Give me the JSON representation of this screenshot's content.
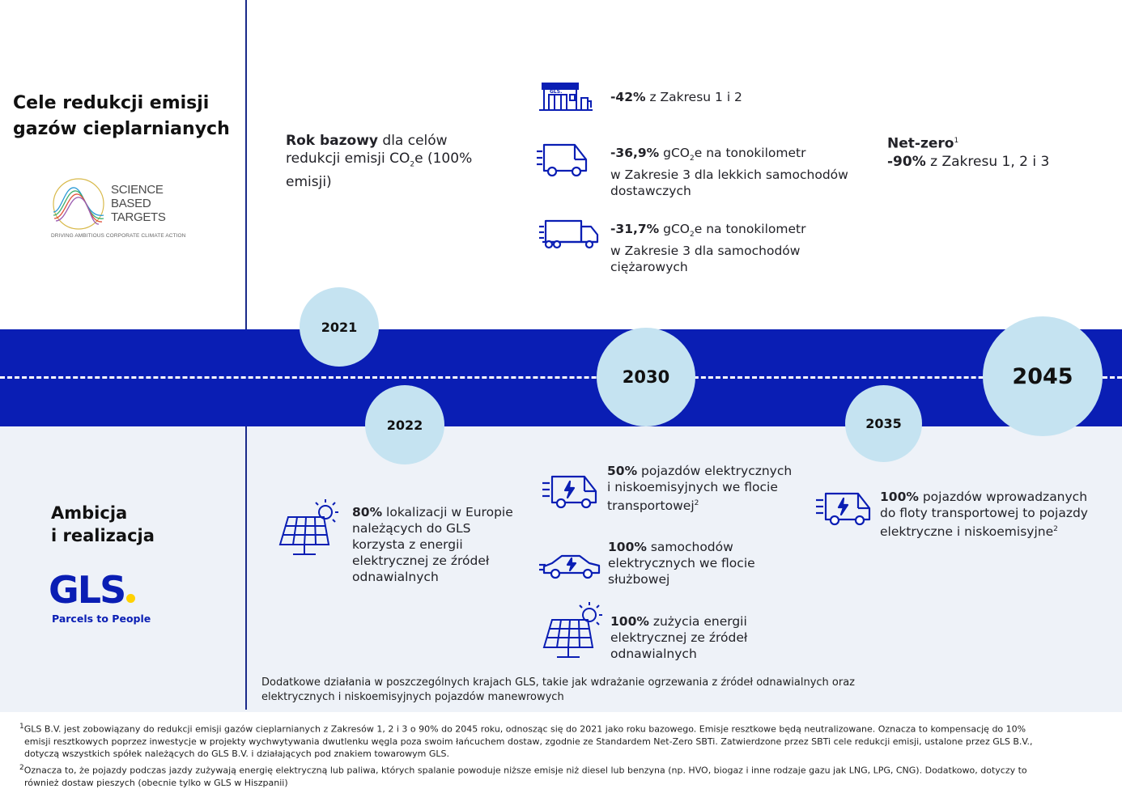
{
  "header": {
    "title_line1": "Cele redukcji emisji",
    "title_line2": "gazów cieplarnianych"
  },
  "sbt_logo": {
    "line1": "SCIENCE",
    "line2": "BASED",
    "line3": "TARGETS",
    "tagline": "DRIVING AMBITIOUS CORPORATE CLIMATE ACTION"
  },
  "base_year": {
    "bold": "Rok bazowy",
    "text1": " dla celów",
    "text2": "redukcji emisji CO",
    "sub": "2",
    "text3": "e (100%",
    "text4": "emisji)"
  },
  "targets_2030": [
    {
      "icon": "gls-depot-icon",
      "bold": "-42%",
      "text": " z Zakresu 1 i 2"
    },
    {
      "icon": "delivery-van-icon",
      "bold": "-36,9%",
      "text_a": " gCO",
      "sub": "2",
      "text_b": "e na tonokilometr",
      "line2": "w Zakresie 3 dla lekkich samochodów",
      "line3": "dostawczych"
    },
    {
      "icon": "truck-icon",
      "bold": "-31,7%",
      "text_a": " gCO",
      "sub": "2",
      "text_b": "e na tonokilometr",
      "line2": "w Zakresie 3 dla samochodów",
      "line3": "ciężarowych"
    }
  ],
  "net_zero": {
    "label": "Net-zero",
    "sup": "1",
    "bold": "-90%",
    "text": " z Zakresu 1, 2 i 3"
  },
  "years": {
    "y2021": "2021",
    "y2022": "2022",
    "y2030": "2030",
    "y2035": "2035",
    "y2045": "2045"
  },
  "ambition": {
    "title_line1": "Ambicja",
    "title_line2": "i realizacja"
  },
  "gls_logo": {
    "text": "GLS",
    "slogan": "Parcels to People"
  },
  "actions_2022": {
    "icon": "solar-panel-icon",
    "bold": "80%",
    "text1": " lokalizacji w Europie",
    "line2": "należących do GLS",
    "line3": "korzysta z energii",
    "line4": "elektrycznej ze źródeł",
    "line5": "odnawialnych"
  },
  "actions_2030": [
    {
      "icon": "electric-van-icon",
      "bold": "50%",
      "text1": " pojazdów elektrycznych",
      "line2": "i niskoemisyjnych we flocie",
      "line3": "transportowej",
      "sup": "2"
    },
    {
      "icon": "electric-car-icon",
      "bold": "100%",
      "text1": " samochodów",
      "line2": "elektrycznych we flocie",
      "line3": "służbowej"
    },
    {
      "icon": "solar-panel-icon",
      "bold": "100%",
      "text1": " zużycia energii",
      "line2": "elektrycznej ze źródeł",
      "line3": "odnawialnych"
    }
  ],
  "actions_2035": {
    "icon": "electric-van-icon",
    "bold": "100%",
    "text1": " pojazdów wprowadzanych",
    "line2": "do floty transportowej to pojazdy",
    "line3": "elektryczne i niskoemisyjne",
    "sup": "2"
  },
  "additional_note": {
    "line1": "Dodatkowe działania w poszczególnych krajach GLS, takie jak wdrażanie ogrzewania z źródeł odnawialnych oraz",
    "line2": "elektrycznych i niskoemisyjnych pojazdów manewrowych"
  },
  "footnotes": [
    {
      "sup": "1",
      "line1": "GLS B.V. jest zobowiązany do redukcji emisji gazów cieplarnianych z Zakresów 1, 2 i 3 o 90% do 2045 roku, odnosząc się do 2021 jako roku bazowego. Emisje resztkowe będą neutralizowane. Oznacza to kompensację do 10%",
      "line2": "emisji resztkowych poprzez inwestycje w projekty wychwytywania dwutlenku węgla poza swoim łańcuchem dostaw, zgodnie ze Standardem Net-Zero SBTi. Zatwierdzone przez SBTi cele redukcji emisji, ustalone przez GLS B.V.,",
      "line3": "dotyczą wszystkich spółek należących do GLS B.V. i działających pod znakiem towarowym GLS."
    },
    {
      "sup": "2",
      "line1": "Oznacza to, że pojazdy podczas jazdy zużywają energię elektryczną lub paliwa, których spalanie powoduje niższe emisje niż diesel lub benzyna (np. HVO, biogaz i inne rodzaje gazu jak LNG, LPG, CNG). Dodatkowo, dotyczy to",
      "line2": "również dostaw pieszych (obecnie tylko w GLS w Hiszpanii)"
    }
  ],
  "colors": {
    "road": "#0a1eb4",
    "circle": "#c5e3f1",
    "lower_bg": "#eef2f8",
    "gls_yellow": "#ffd100"
  }
}
